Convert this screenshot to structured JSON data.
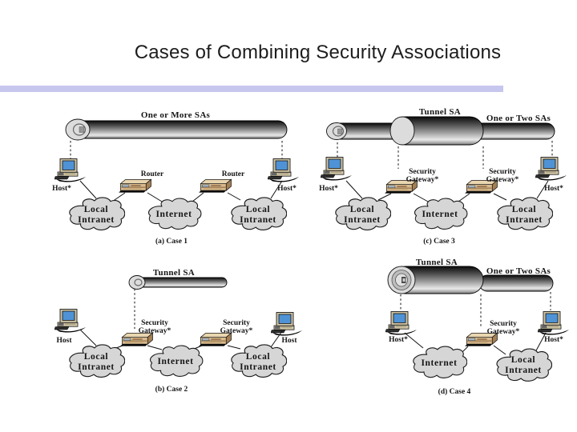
{
  "slide": {
    "title": "Cases of Combining Security Associations",
    "accent_bar_color": "#c6c6ee"
  },
  "labels": {
    "router": "Router",
    "security_gateway_line1": "Security",
    "security_gateway_line2": "Gateway*",
    "host": "Host",
    "host_star": "Host*",
    "cloud_local_line1": "Local",
    "cloud_local_line2": "Intranet",
    "cloud_internet": "Internet"
  },
  "diagrams": {
    "case1": {
      "caption": "(a) Case 1",
      "sa_label": "One or More SAs"
    },
    "case2": {
      "caption": "(b) Case 2",
      "tunnel_label": "Tunnel SA"
    },
    "case3": {
      "caption": "(c) Case 3",
      "tunnel_label": "Tunnel SA",
      "sa_label": "One or Two SAs"
    },
    "case4": {
      "caption": "(d) Case 4",
      "tunnel_label": "Tunnel SA",
      "sa_label": "One or Two SAs"
    }
  },
  "colors": {
    "cloud_fill": "#d6d6d6",
    "device_tan": "#d9ba8c",
    "monitor_screen_blue": "#4f93d6",
    "tube_cap_gray": "#dcdcdc"
  }
}
